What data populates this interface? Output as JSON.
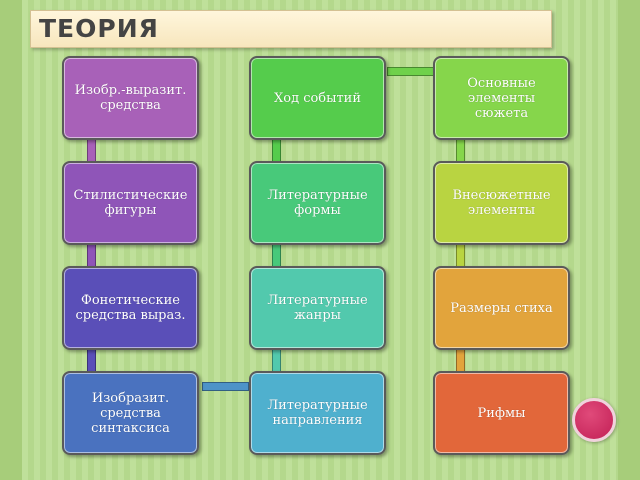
{
  "title": "ТЕОРИЯ",
  "colors": {
    "slide_bg": "#b8dc8f",
    "title_bg": "#fbeecb",
    "accent_circle": "#c8255c"
  },
  "boxes": [
    {
      "id": "b1",
      "label": "Изобр.-выразит. средства",
      "color": "#a861b8"
    },
    {
      "id": "b2",
      "label": "Ход событий",
      "color": "#55cc4c"
    },
    {
      "id": "b3",
      "label": "Основные элементы сюжета",
      "color": "#86d64b"
    },
    {
      "id": "b4",
      "label": "Стилистические фигуры",
      "color": "#8f55b8"
    },
    {
      "id": "b5",
      "label": "Литературные формы",
      "color": "#48c97a"
    },
    {
      "id": "b6",
      "label": "Внесюжетные элементы",
      "color": "#b9d441"
    },
    {
      "id": "b7",
      "label": "Фонетические средства вырaз.",
      "color": "#5a4fb8"
    },
    {
      "id": "b8",
      "label": "Литературные жанры",
      "color": "#52c9ad"
    },
    {
      "id": "b9",
      "label": "Размеры стиха",
      "color": "#e2a43c"
    },
    {
      "id": "b10",
      "label": "Изобразит. средства синтаксиса",
      "color": "#4a72bf"
    },
    {
      "id": "b11",
      "label": "Литературные направления",
      "color": "#4fb0ce"
    },
    {
      "id": "b12",
      "label": "Рифмы",
      "color": "#e2673a"
    }
  ]
}
